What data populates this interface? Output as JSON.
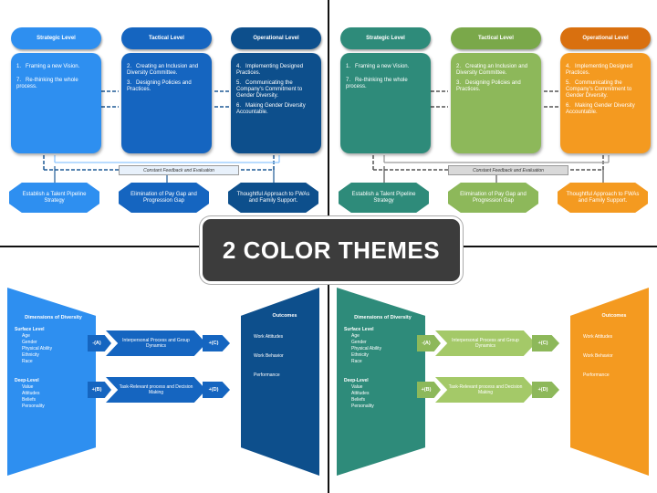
{
  "levels": [
    {
      "header": "Strategic Level",
      "items": [
        {
          "num": "1.",
          "text": "Framing a new Vision."
        },
        {
          "num": "7.",
          "text": "Re-thinking the whole process."
        }
      ]
    },
    {
      "header": "Tactical Level",
      "items": [
        {
          "num": "2.",
          "text": "Creating an Inclusion and Diversity Committee."
        },
        {
          "num": "3.",
          "text": "Designing Policies and Practices."
        }
      ]
    },
    {
      "header": "Operational Level",
      "items": [
        {
          "num": "4.",
          "text": "Implementing Designed Practices."
        },
        {
          "num": "5.",
          "text": "Communicating the Company's Commitment to Gender Diversity."
        },
        {
          "num": "6.",
          "text": "Making Gender Diversity Accountable."
        }
      ]
    }
  ],
  "feedback_label": "Constant Feedback and Evaluation",
  "outcomes_top": [
    "Establish a Talent Pipeline Strategy",
    "Elimination of Pay Gap and Progression Gap",
    "Thoughtful Approach to FWAs and Family Support."
  ],
  "dimensions": {
    "title": "Dimensions of Diversity",
    "surface_label": "Surface Level",
    "surface_items": [
      "Age",
      "Gender",
      "Physical Ability",
      "Ethnicity",
      "Race"
    ],
    "deep_label": "Deep-Level",
    "deep_items": [
      "Value",
      "Attitudes",
      "Beliefs",
      "Personality"
    ]
  },
  "process": {
    "a_label": "-(A)",
    "b_label": "+(B)",
    "c_label": "+(C)",
    "d_label": "+(D)",
    "interpersonal": "Interpersonal Process and Group Dynamics",
    "task": "Task-Relevant process and Decision Making"
  },
  "outcomes_panel": {
    "title": "Outcomes",
    "items": [
      "Work Attitudes",
      "Work Behavior",
      "Performance"
    ]
  },
  "banner": "2 COLOR THEMES",
  "themes": {
    "blue": {
      "c1": "#2e8ff0",
      "c2": "#1565c0",
      "c3": "#0d4f8c",
      "arrow": "#1e5a96"
    },
    "green": {
      "c1": "#2e8b7a",
      "c2": "#8db85a",
      "c3": "#f49a20",
      "arrow": "#555555"
    }
  }
}
